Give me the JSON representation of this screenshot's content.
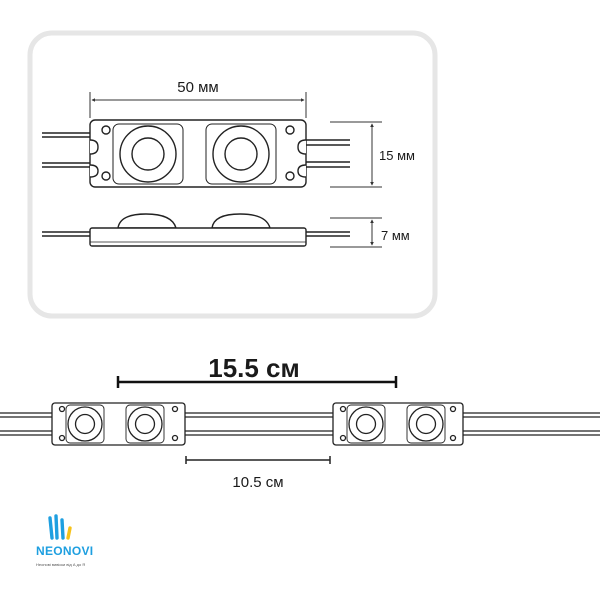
{
  "top_panel": {
    "dim_length": "50 мм",
    "dim_width": "15 мм",
    "dim_height": "7 мм"
  },
  "bottom": {
    "dim_pitch": "15.5 см",
    "dim_gap": "10.5 см"
  },
  "logo": {
    "brand": "NEONOVI",
    "tagline": "Неонові вивіски від А до Я",
    "colors": {
      "accent_blue": "#1e9fe0",
      "accent_yellow": "#f6c21a"
    }
  }
}
